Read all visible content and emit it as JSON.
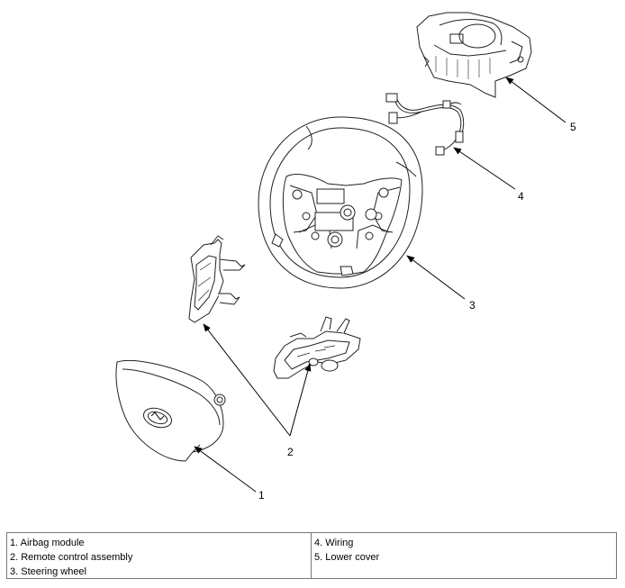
{
  "callouts": [
    "1",
    "2",
    "3",
    "4",
    "5"
  ],
  "legend": {
    "left": [
      "1. Airbag module",
      "2. Remote control assembly",
      "3. Steering wheel"
    ],
    "right": [
      "4. Wiring",
      "5. Lower cover"
    ]
  }
}
